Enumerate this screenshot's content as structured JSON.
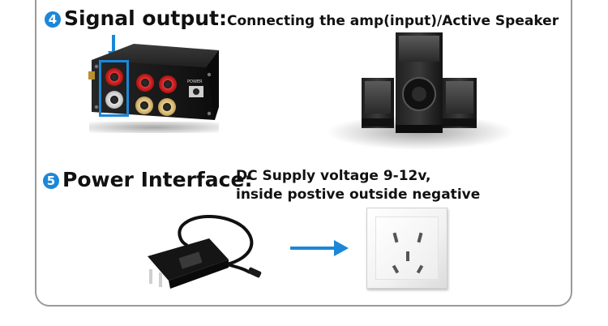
{
  "section4": {
    "number": "4",
    "title": "Signal output:",
    "subtitle": "Connecting the amp(input)/Active Speaker"
  },
  "section5": {
    "number": "5",
    "title": "Power Interface:",
    "line1": "DC Supply voltage 9-12v,",
    "line2": "inside postive outside negative"
  },
  "amp": {
    "power_label": "POWER"
  },
  "colors": {
    "accent_blue": "#1c87d8",
    "border_gray": "#9a9a9a",
    "text": "#111111"
  },
  "icons": {
    "amp": "amplifier-back-panel-photo",
    "speaker": "active-speaker-system-photo",
    "adapter": "power-adapter-photo",
    "socket": "wall-socket-photo",
    "arrow_down": "arrow-down-icon",
    "arrow_right": "arrow-right-icon"
  }
}
